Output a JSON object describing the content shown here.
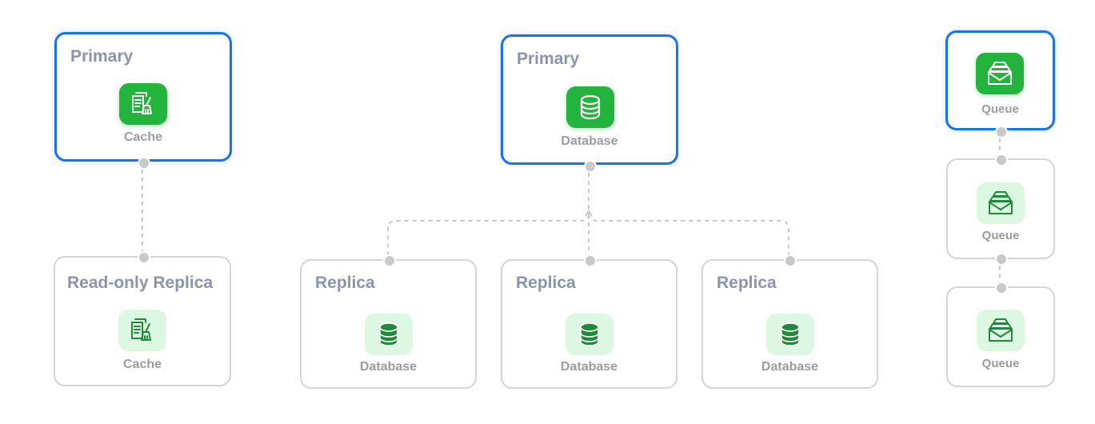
{
  "cache_group": {
    "primary": {
      "title": "Primary",
      "label": "Cache",
      "icon": "cache-icon"
    },
    "replica": {
      "title": "Read-only Replica",
      "label": "Cache",
      "icon": "cache-icon"
    }
  },
  "database_group": {
    "primary": {
      "title": "Primary",
      "label": "Database",
      "icon": "database-icon"
    },
    "replicas": [
      {
        "title": "Replica",
        "label": "Database",
        "icon": "database-icon"
      },
      {
        "title": "Replica",
        "label": "Database",
        "icon": "database-icon"
      },
      {
        "title": "Replica",
        "label": "Database",
        "icon": "database-icon"
      }
    ]
  },
  "queue_group": {
    "nodes": [
      {
        "label": "Queue",
        "icon": "queue-icon"
      },
      {
        "label": "Queue",
        "icon": "queue-icon"
      },
      {
        "label": "Queue",
        "icon": "queue-icon"
      }
    ]
  },
  "colors": {
    "selected_border": "#1a73e8",
    "node_border": "#d4d4d8",
    "icon_green": "#22b43d",
    "icon_green_soft": "#ddf8e2",
    "title_text": "#8a93b0",
    "label_text": "#9b9ba3",
    "connector": "#c9c9cc"
  }
}
